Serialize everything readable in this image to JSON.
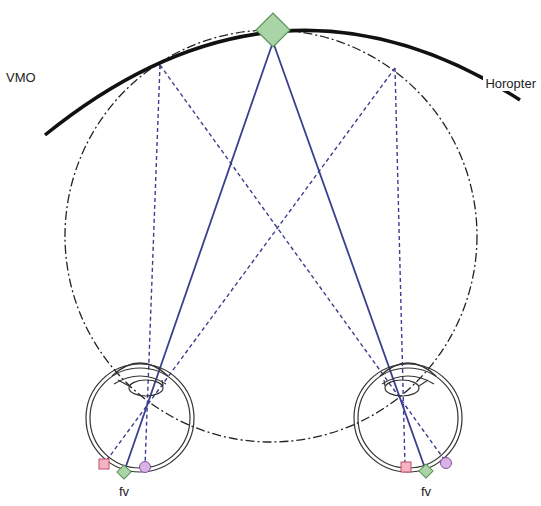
{
  "diagram": {
    "labels": [
      "Horopter",
      "VMO",
      "fv",
      "fv"
    ]
  }
}
